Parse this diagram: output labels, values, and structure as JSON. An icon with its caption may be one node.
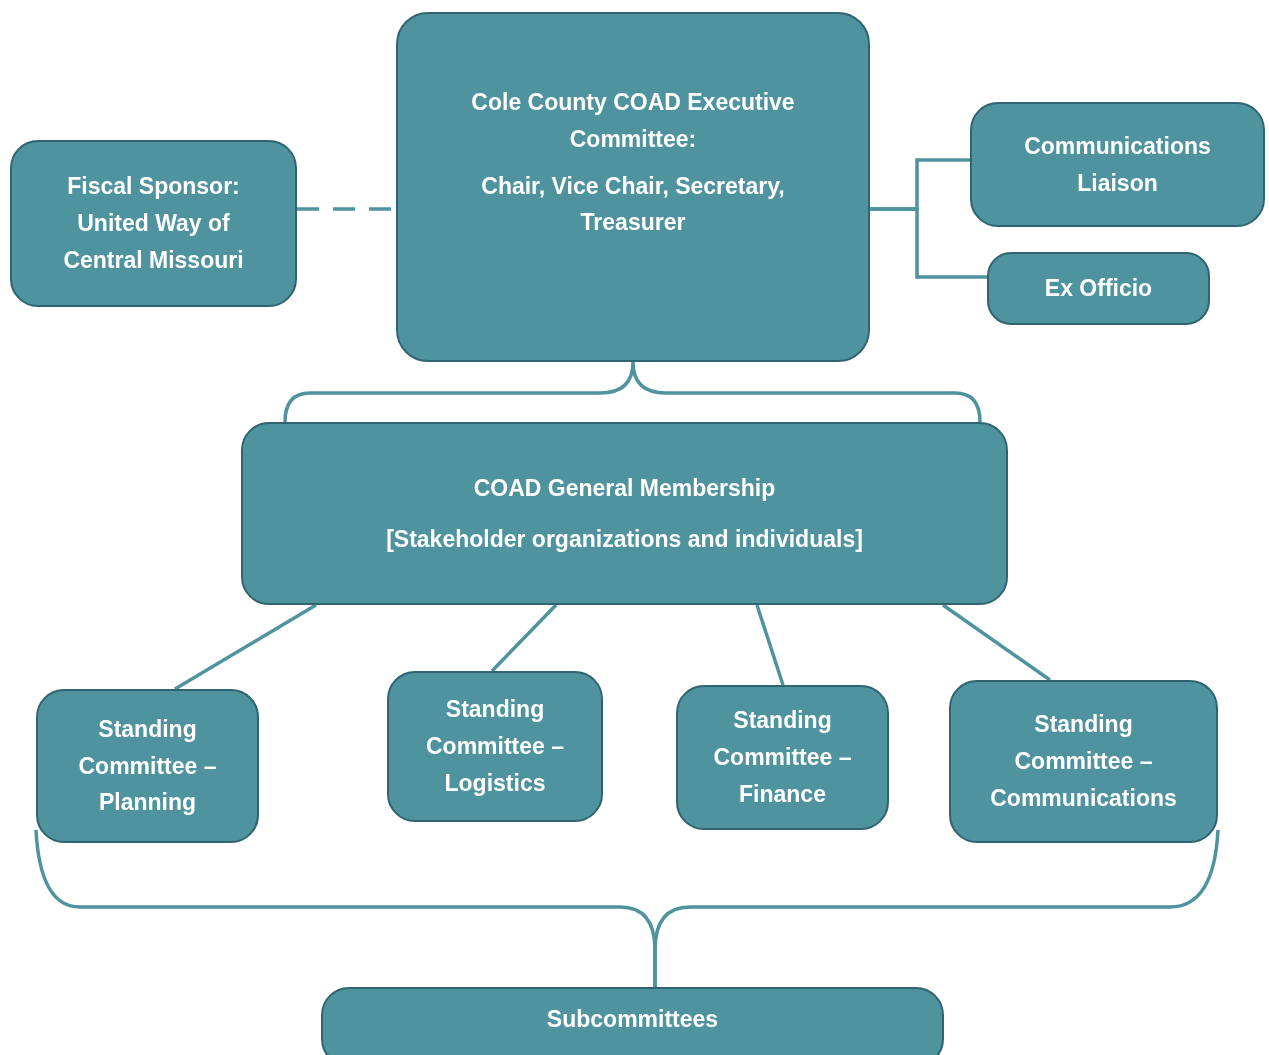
{
  "diagram": {
    "nodes": [
      {
        "text": [
          "Fiscal Sponsor: United Way of Central Missouri"
        ]
      },
      {
        "text": [
          "Cole County COAD Executive Committee:",
          "Chair, Vice Chair, Secretary, Treasurer"
        ]
      },
      {
        "text": [
          "Communications Liaison"
        ]
      },
      {
        "text": [
          "Ex Officio"
        ]
      },
      {
        "text": [
          "COAD General Membership",
          "[Stakeholder organizations and individuals]"
        ]
      },
      {
        "text": [
          "Standing Committee – Planning"
        ]
      },
      {
        "text": [
          "Standing Committee – Logistics"
        ]
      },
      {
        "text": [
          "Standing Committee – Finance"
        ]
      },
      {
        "text": [
          "Standing Committee – Communications"
        ]
      },
      {
        "text": [
          "Subcommittees"
        ]
      }
    ],
    "edges": [
      {
        "from": 0,
        "to": 1,
        "arrow": "none",
        "style": "dashed"
      },
      {
        "from": 1,
        "to": 2,
        "arrow": "none"
      },
      {
        "from": 1,
        "to": 3,
        "arrow": "none"
      },
      {
        "from": 1,
        "to": 4,
        "arrow": "none"
      },
      {
        "from": 4,
        "to": 5,
        "arrow": "none"
      },
      {
        "from": 4,
        "to": 6,
        "arrow": "none"
      },
      {
        "from": 4,
        "to": 7,
        "arrow": "none"
      },
      {
        "from": 4,
        "to": 8,
        "arrow": "none"
      },
      {
        "from": 5,
        "to": 9,
        "arrow": "none"
      },
      {
        "from": 8,
        "to": 9,
        "arrow": "none"
      }
    ]
  }
}
